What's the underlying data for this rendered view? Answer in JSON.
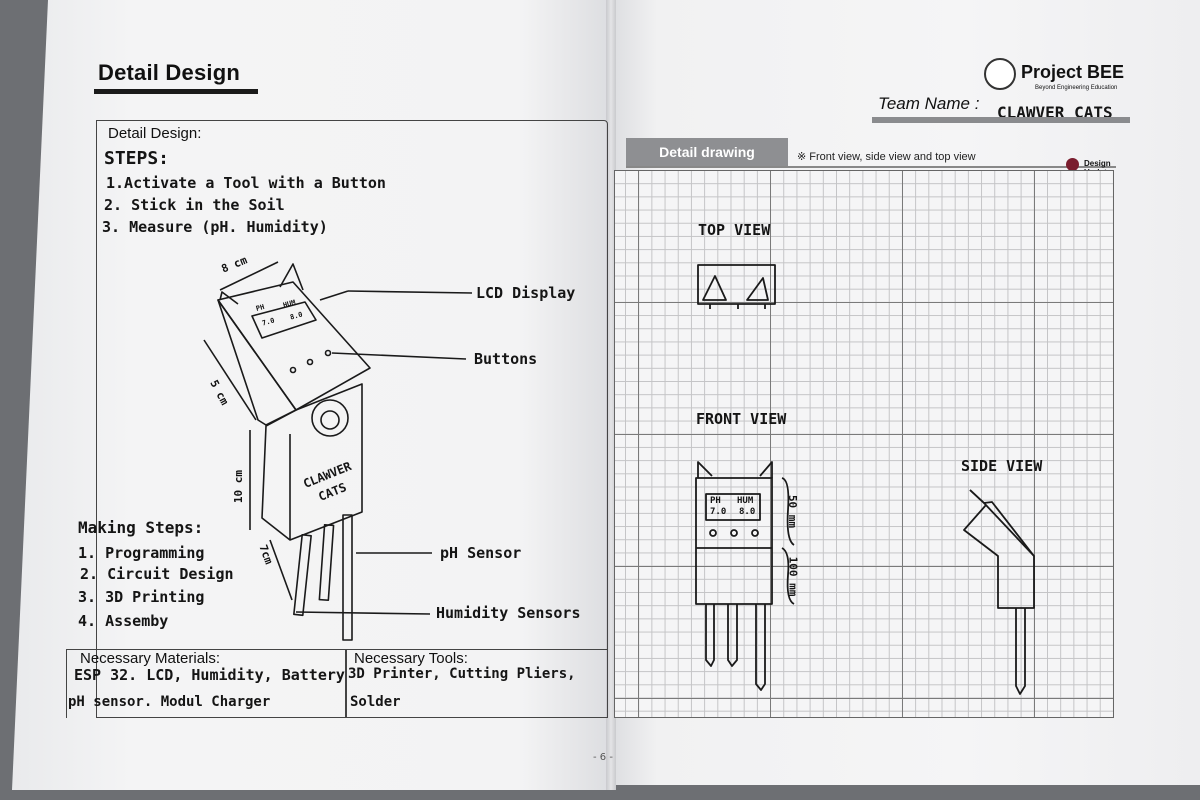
{
  "left_page": {
    "title": "Detail Design",
    "box_label": "Detail Design:",
    "steps_heading": "STEPS:",
    "steps": [
      "1.Activate a Tool with a Button",
      "2. Stick in the Soil",
      "3. Measure (pH. Humidity)"
    ],
    "callouts": {
      "lcd": "LCD Display",
      "buttons": "Buttons",
      "ph_sensor": "pH Sensor",
      "humidity": "Humidity Sensors"
    },
    "dimensions": {
      "top": "8 cm",
      "side": "5 cm",
      "body": "10 cm",
      "probe": "7cm"
    },
    "device": {
      "display_left": "PH",
      "display_right": "HUM",
      "value_left": "7.0",
      "value_right": "8.0",
      "name_line1": "CLAWVER",
      "name_line2": "CATS"
    },
    "making_heading": "Making Steps:",
    "making_steps": [
      "1. Programming",
      "2. Circuit Design",
      "3. 3D Printing",
      "4. Assemby"
    ],
    "materials_label": "Necessary Materials:",
    "materials_line1": "ESP 32. LCD, Humidity, Battery",
    "materials_line2": "pH sensor. Modul Charger",
    "tools_label": "Necessary Tools:",
    "tools_line1": "3D Printer, Cutting Pliers,",
    "tools_line2": "Solder",
    "page_number": "- 6 -"
  },
  "right_page": {
    "brand": "Project BEE",
    "brand_sub": "Beyond Engineering Education",
    "team_label": "Team Name :",
    "team_name": "CLAWVER CATS",
    "tab": "Detail drawing",
    "tab_note": "※ Front view, side view and top view",
    "design_update": "Design Update",
    "views": {
      "top": "TOP VIEW",
      "front": "FRONT VIEW",
      "side": "SIDE VIEW"
    },
    "front_dims": {
      "upper": "50 mm",
      "lower": "100 mm"
    },
    "front_display": {
      "l1": "PH",
      "r1": "HUM",
      "l2": "7.0",
      "r2": "8.0"
    }
  }
}
